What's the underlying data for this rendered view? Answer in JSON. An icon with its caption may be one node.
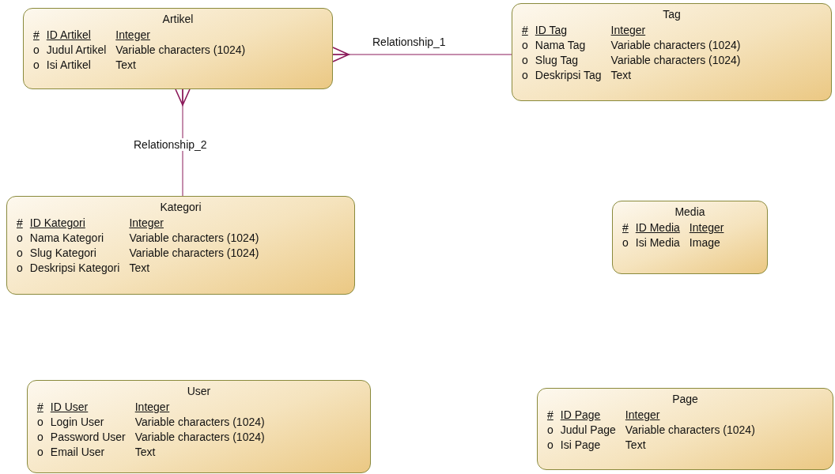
{
  "diagram": {
    "nodes": [
      {
        "text": [
          "Artikel",
          "#",
          "ID Artikel",
          "Integer",
          "o",
          "Judul Artikel",
          "Variable characters (1024)",
          "o",
          "Isi Artikel",
          "Text"
        ]
      },
      {
        "text": [
          "Tag",
          "#",
          "ID Tag",
          "Integer",
          "o",
          "Nama Tag",
          "Variable characters (1024)",
          "o",
          "Slug Tag",
          "Variable characters (1024)",
          "o",
          "Deskripsi Tag",
          "Text"
        ]
      },
      {
        "text": [
          "Kategori",
          "#",
          "ID Kategori",
          "Integer",
          "o",
          "Nama Kategori",
          "Variable characters (1024)",
          "o",
          "Slug Kategori",
          "Variable characters (1024)",
          "o",
          "Deskripsi Kategori",
          "Text"
        ]
      },
      {
        "text": [
          "Media",
          "#",
          "ID Media",
          "Integer",
          "o",
          "Isi Media",
          "Image"
        ]
      },
      {
        "text": [
          "User",
          "#",
          "ID User",
          "Integer",
          "o",
          "Login User",
          "Variable characters (1024)",
          "o",
          "Password User",
          "Variable characters (1024)",
          "o",
          "Email User",
          "Text"
        ]
      },
      {
        "text": [
          "Page",
          "#",
          "ID Page",
          "Integer",
          "o",
          "Judul Page",
          "Variable characters (1024)",
          "o",
          "Isi Page",
          "Text"
        ]
      }
    ],
    "edges": [
      {
        "from": 0,
        "to": 1,
        "arrow": "other",
        "label": "Relationship_1"
      },
      {
        "from": 0,
        "to": 2,
        "arrow": "other",
        "label": "Relationship_2"
      }
    ]
  }
}
